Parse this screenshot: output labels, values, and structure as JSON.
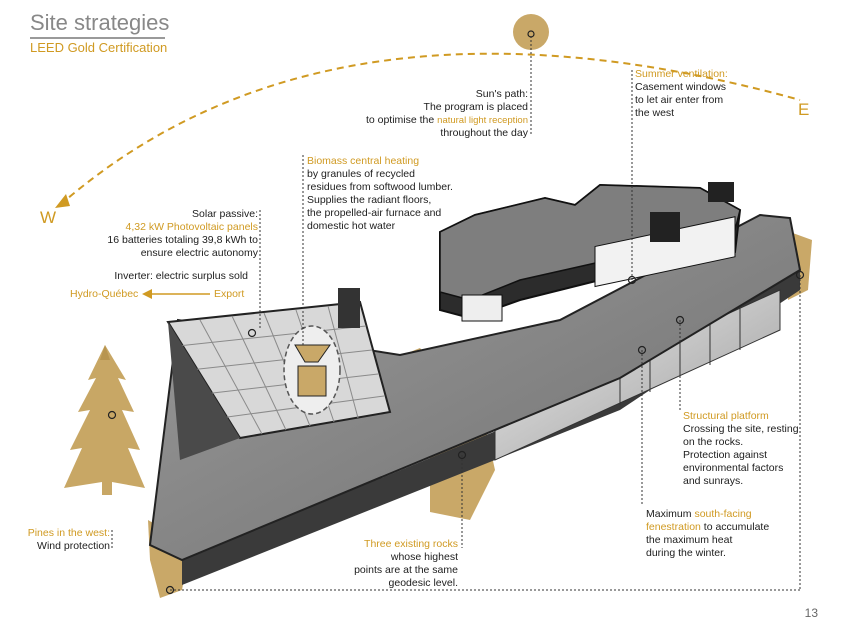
{
  "header": {
    "title": "Site strategies",
    "subtitle": "LEED Gold Certification"
  },
  "directions": {
    "west": "W",
    "east": "E"
  },
  "annotations": {
    "sun_path": {
      "title": "Sun's path:",
      "line1": "The program is placed",
      "line2_pre": "to optimise the",
      "line2_highlight": "natural light reception",
      "line3": "throughout the day"
    },
    "summer_ventilation": {
      "title": "Summer ventilation:",
      "line1": "Casement windows",
      "line2": "to let air enter from",
      "line3": "the west"
    },
    "biomass": {
      "title": "Biomass central heating",
      "line1": "by granules of recycled",
      "line2": "residues from softwood lumber.",
      "line3": "Supplies the radiant floors,",
      "line4": "the propelled-air furnace and",
      "line5": "domestic hot water"
    },
    "solar": {
      "title": "Solar passive:",
      "line1": "4,32 kW Photovoltaic panels",
      "line2": "16 batteries totaling 39,8 kWh to",
      "line3": "ensure electric autonomy",
      "line4": "Inverter: electric surplus sold",
      "line5_left": "Hydro-Québec",
      "line5_right": "Export"
    },
    "structural": {
      "title": "Structural platform",
      "line1": "Crossing the site, resting",
      "line2": "on the rocks.",
      "line3": "Protection against",
      "line4": "environmental factors",
      "line5": "and sunrays."
    },
    "south_facing": {
      "line1_pre": "Maximum",
      "line1_highlight": "south-facing",
      "line2_highlight": "fenestration",
      "line2_post": "to accumulate",
      "line3": "the maximum heat",
      "line4": "during the winter."
    },
    "rocks": {
      "title": "Three existing rocks",
      "line1": "whose highest",
      "line2": "points are at the same",
      "line3": "geodesic level."
    },
    "pines": {
      "title": "Pines in the west:",
      "line1": "Wind protection"
    }
  },
  "page_number": "13",
  "colors": {
    "accent": "#d09a22",
    "roof": "#8a8a8a",
    "roof_dark": "#4a4a4a",
    "rock": "#c9a868",
    "tree": "#c8a765"
  }
}
